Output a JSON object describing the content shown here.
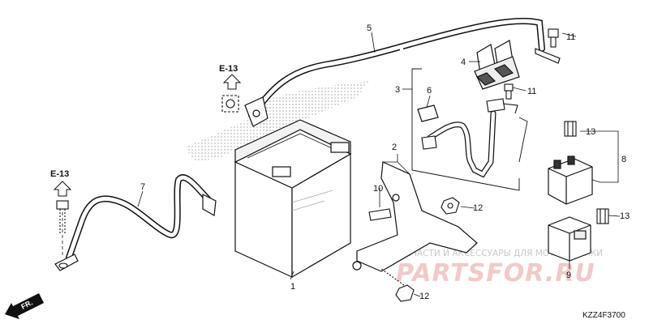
{
  "callouts": [
    "1",
    "2",
    "3",
    "4",
    "5",
    "6",
    "7",
    "8",
    "9",
    "10",
    "11",
    "11",
    "12",
    "12",
    "13",
    "13"
  ],
  "refs": [
    "E-13",
    "E-13"
  ],
  "direction": "FR.",
  "watermark": {
    "small": "ЗАПЧАСТИ И АКСЕССУАРЫ ДЛЯ МОТОТЕХНИКИ",
    "big": "PARTSFOR.RU"
  },
  "diagram_code": "KZZ4F3700"
}
